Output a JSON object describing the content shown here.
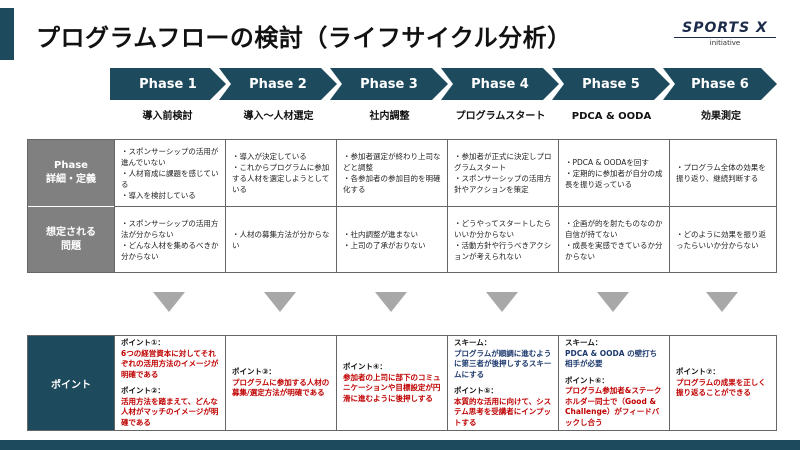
{
  "title": "プログラムフローの検討（ライフサイクル分析）",
  "logo": {
    "main": "SPORTS X",
    "sub": "initiative"
  },
  "phases": [
    {
      "label": "Phase 1",
      "name": "導入前検討"
    },
    {
      "label": "Phase 2",
      "name": "導入～人材選定"
    },
    {
      "label": "Phase 3",
      "name": "社内調整"
    },
    {
      "label": "Phase 4",
      "name": "プログラムスタート"
    },
    {
      "label": "Phase 5",
      "name": "PDCA & OODA"
    },
    {
      "label": "Phase 6",
      "name": "効果測定"
    }
  ],
  "rows": [
    {
      "head_line1": "Phase",
      "head_line2": "詳細・定義",
      "cells": [
        "・スポンサーシップの活用が進んでいない\n・人材育成に課題を感じている\n・導入を検討している",
        "・導入が決定している\n・これからプログラムに参加する人材を選定しようとしている",
        "・参加者選定が終わり上司などと調整\n・各参加者の参加目的を明確化する",
        "・参加者が正式に決定しプログラムスタート\n・スポンサーシップの活用方針やアクションを策定",
        "・PDCA & OODAを回す\n・定期的に参加者が自分の成長を振り返っている",
        "・プログラム全体の効果を振り返り、継続判断する"
      ]
    },
    {
      "head_line1": "想定される",
      "head_line2": "問題",
      "cells": [
        "・スポンサーシップの活用方法が分からない\n・どんな人材を集めるべきか分からない",
        "・人材の募集方法が分からない",
        "・社内調整が進まない\n・上司の了承がおりない",
        "・どうやってスタートしたらいいか分からない\n・活動方針や行うべきアクションが考えられない",
        "・企画が的を射たものなのか自信が持てない\n・成長を実感できているか分からない",
        "・どのように効果を振り返ったらいいか分からない"
      ]
    }
  ],
  "point": {
    "head": "ポイント",
    "cells": [
      [
        {
          "style": "label",
          "text": "ポイント①："
        },
        {
          "style": "red",
          "text": "6つの経営資本に対してそれぞれの活用方法のイメージが明確である"
        },
        {
          "style": "gap",
          "text": ""
        },
        {
          "style": "label",
          "text": "ポイント②："
        },
        {
          "style": "red",
          "text": "活用方法を踏まえて、どんな人材がマッチのイメージが明確である"
        }
      ],
      [
        {
          "style": "label",
          "text": "ポイント③："
        },
        {
          "style": "red",
          "text": "プログラムに参加する人材の募集/選定方法が明確である"
        }
      ],
      [
        {
          "style": "label",
          "text": "ポイント④："
        },
        {
          "style": "red",
          "text": "参加者の上司に部下のコミュニケーションや目標設定が円滑に進むように後押しする"
        }
      ],
      [
        {
          "style": "label",
          "text": "スキーム："
        },
        {
          "style": "navy",
          "text": "プログラムが順調に進むように第三者が後押しするスキームにする"
        },
        {
          "style": "gap",
          "text": ""
        },
        {
          "style": "label",
          "text": "ポイント⑤："
        },
        {
          "style": "red",
          "text": "本質的な活用に向けて、システム思考を受講者にインプットする"
        }
      ],
      [
        {
          "style": "label",
          "text": "スキーム："
        },
        {
          "style": "navy",
          "text": "PDCA & OODA の壁打ち相手が必要"
        },
        {
          "style": "gap",
          "text": ""
        },
        {
          "style": "label",
          "text": "ポイント⑥："
        },
        {
          "style": "red",
          "text": "プログラム参加者&ステークホルダー同士で（Good & Challenge）がフィードバックし合う"
        }
      ],
      [
        {
          "style": "label",
          "text": "ポイント⑦："
        },
        {
          "style": "red",
          "text": "プログラムの成果を正しく振り返ることができる"
        }
      ]
    ]
  },
  "colors": {
    "accent": "#1d4a5c",
    "row_head": "#808080",
    "point_red": "#c00000",
    "arrow": "#a8a8a8"
  }
}
